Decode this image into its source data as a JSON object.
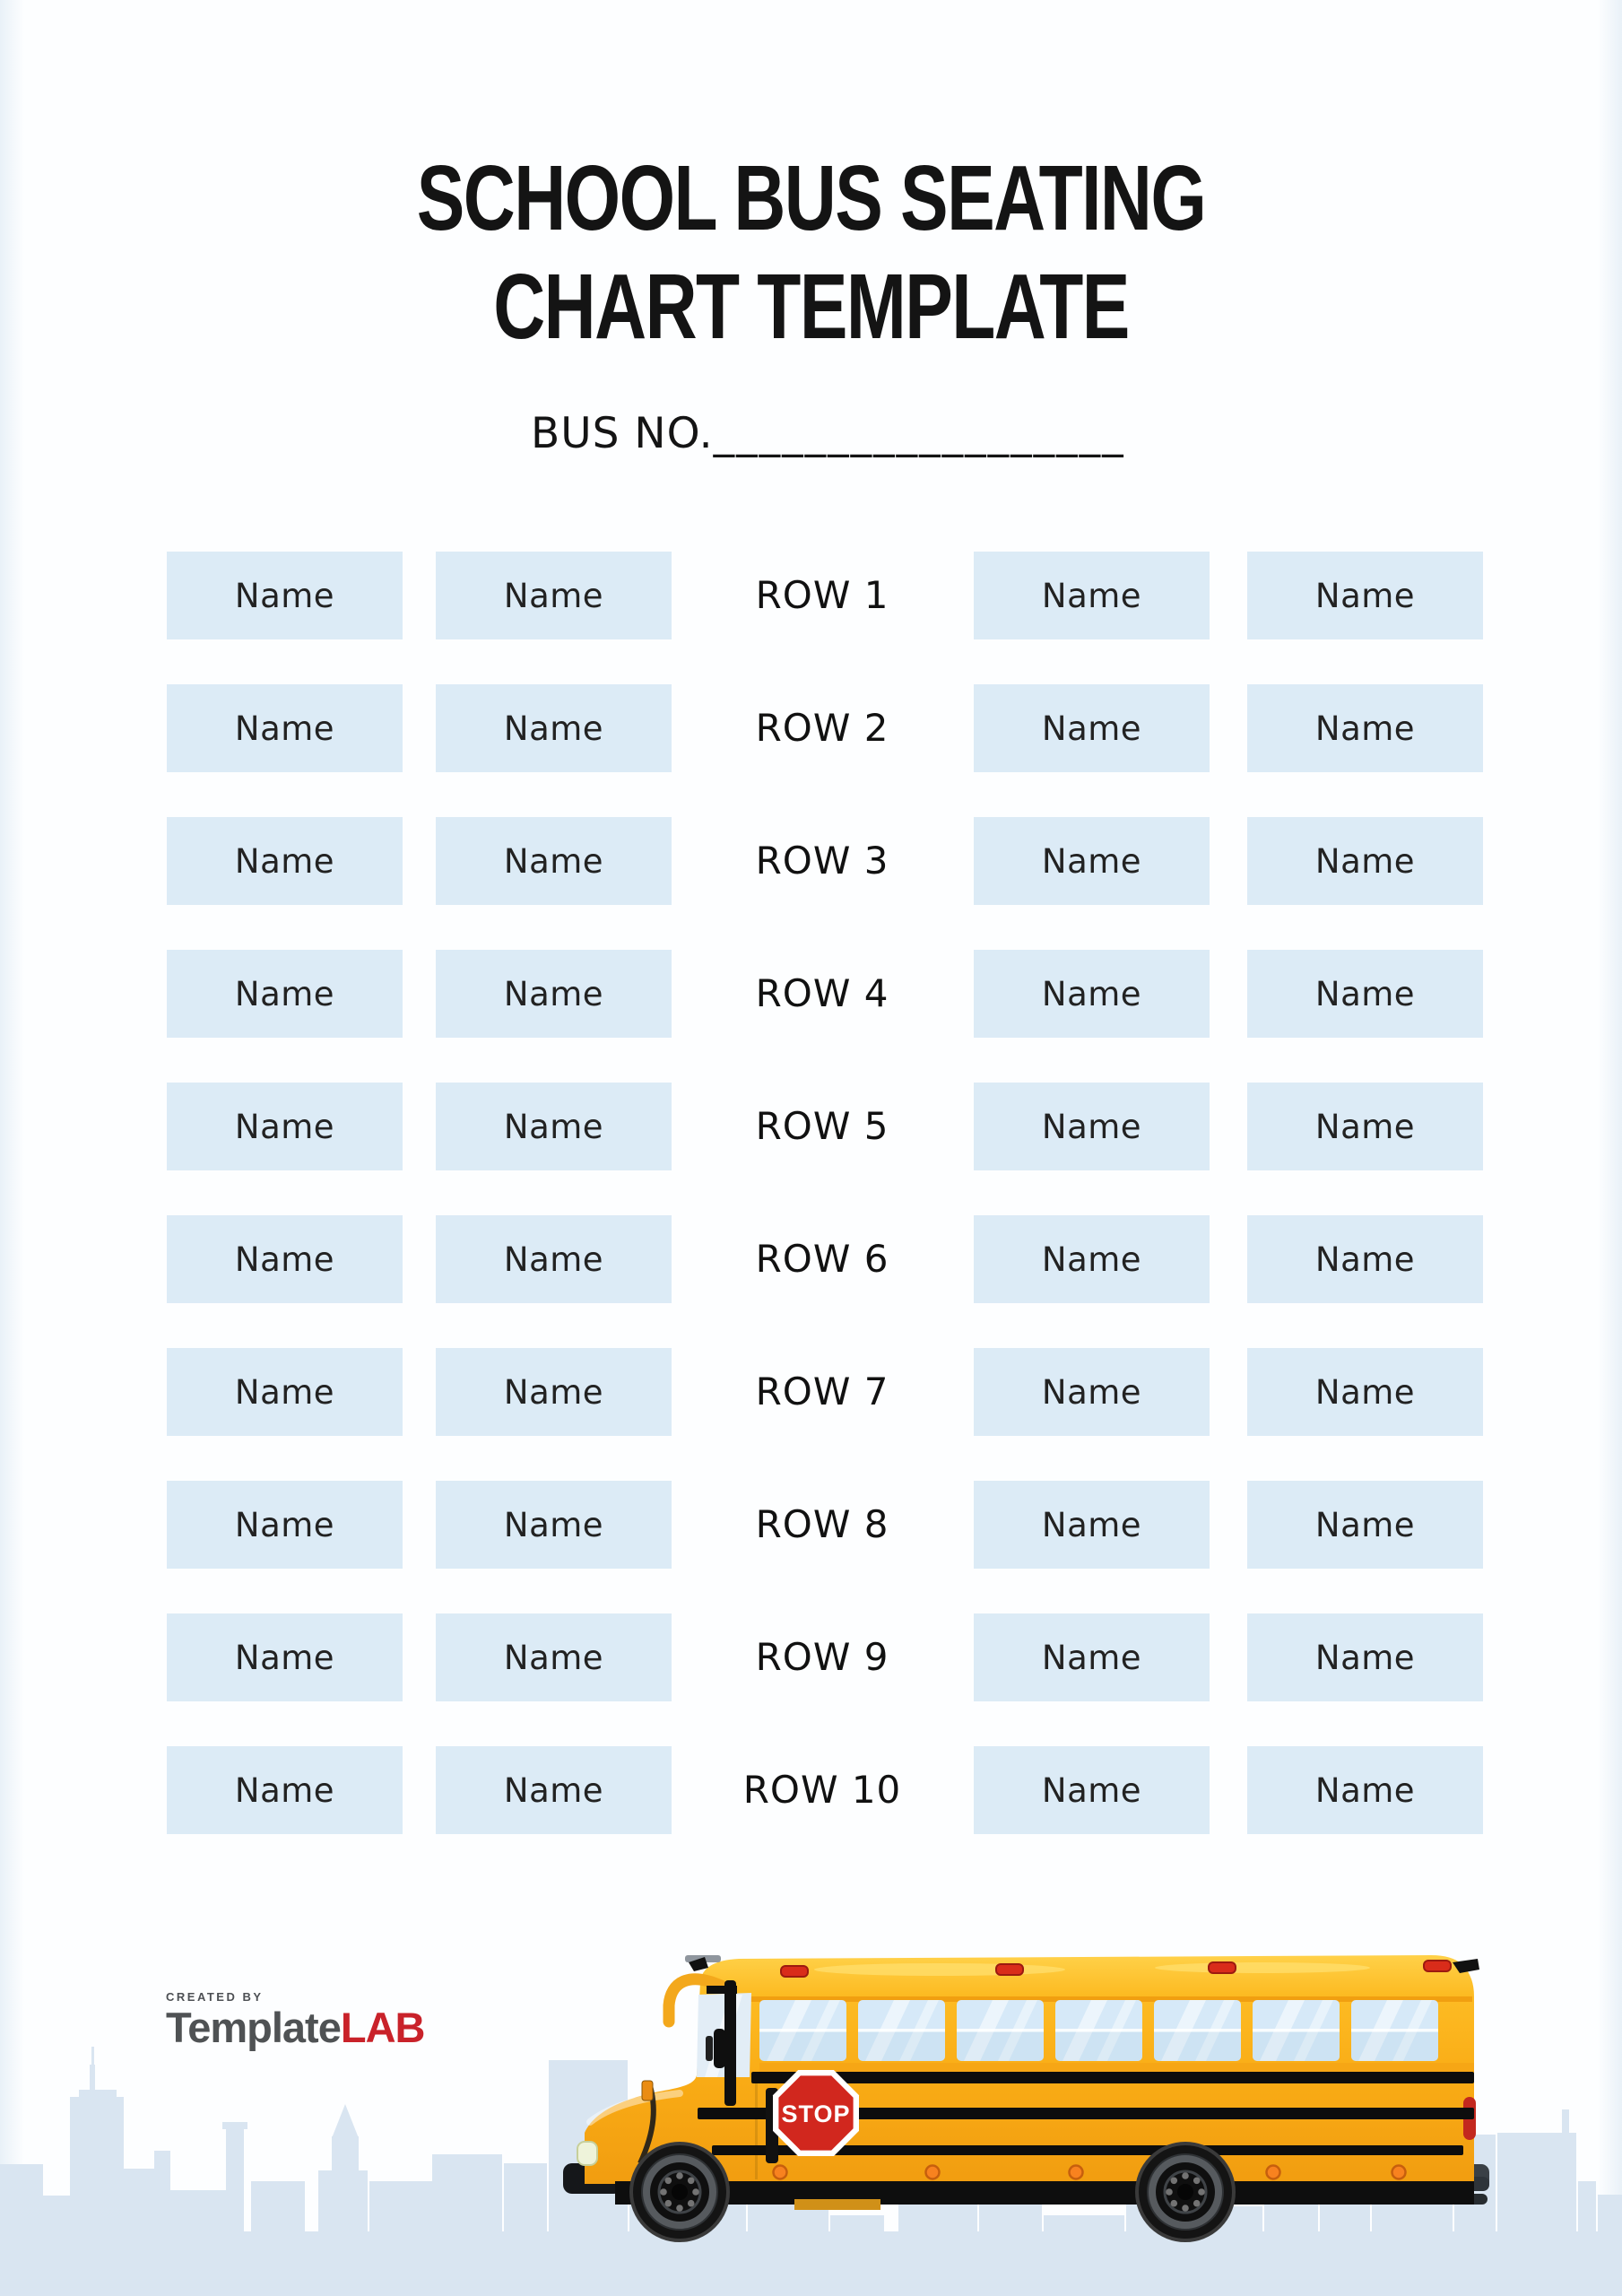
{
  "title": {
    "line1": "SCHOOL BUS SEATING",
    "line2": "CHART TEMPLATE"
  },
  "bus_no": {
    "label": "BUS NO.",
    "blank": "__________________"
  },
  "seating": {
    "rows": [
      {
        "label": "ROW 1",
        "seats": [
          "Name",
          "Name",
          "Name",
          "Name"
        ]
      },
      {
        "label": "ROW 2",
        "seats": [
          "Name",
          "Name",
          "Name",
          "Name"
        ]
      },
      {
        "label": "ROW 3",
        "seats": [
          "Name",
          "Name",
          "Name",
          "Name"
        ]
      },
      {
        "label": "ROW 4",
        "seats": [
          "Name",
          "Name",
          "Name",
          "Name"
        ]
      },
      {
        "label": "ROW 5",
        "seats": [
          "Name",
          "Name",
          "Name",
          "Name"
        ]
      },
      {
        "label": "ROW 6",
        "seats": [
          "Name",
          "Name",
          "Name",
          "Name"
        ]
      },
      {
        "label": "ROW 7",
        "seats": [
          "Name",
          "Name",
          "Name",
          "Name"
        ]
      },
      {
        "label": "ROW 8",
        "seats": [
          "Name",
          "Name",
          "Name",
          "Name"
        ]
      },
      {
        "label": "ROW 9",
        "seats": [
          "Name",
          "Name",
          "Name",
          "Name"
        ]
      },
      {
        "label": "ROW 10",
        "seats": [
          "Name",
          "Name",
          "Name",
          "Name"
        ]
      }
    ]
  },
  "branding": {
    "created_by": "CREATED BY",
    "brand_gray": "Template",
    "brand_red": "LAB"
  },
  "illustration": {
    "stop_sign_text": "STOP"
  },
  "colors": {
    "seat_fill": "#dcebf6",
    "text": "#141414",
    "brand_red": "#c9222a",
    "brand_gray": "#4f5254",
    "bus_yellow": "#fcb31a",
    "stop_red": "#d1271e",
    "skyline": "#d9e5f1"
  }
}
